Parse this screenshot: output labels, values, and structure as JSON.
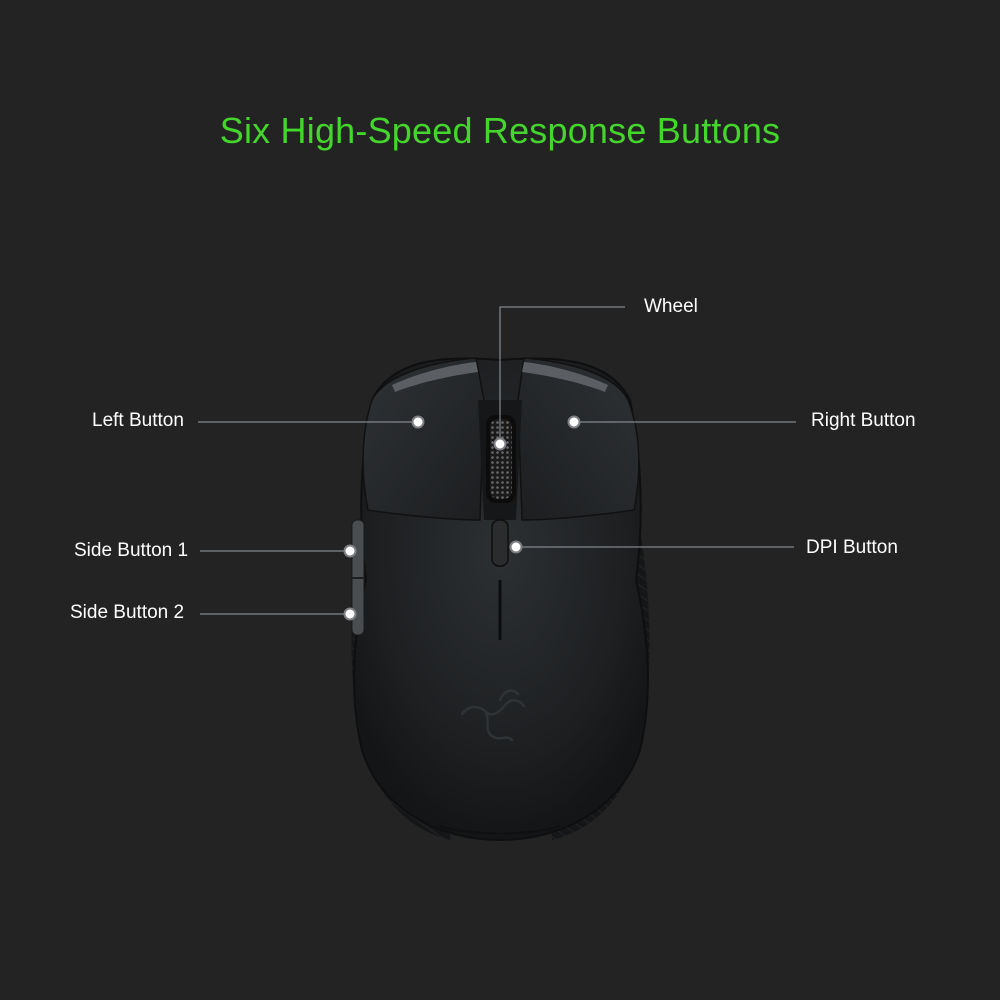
{
  "title": "Six High-Speed Response Buttons",
  "accent_color": "#44d62c",
  "background_color": "#232323",
  "product": "wireless-gaming-mouse",
  "callouts": {
    "wheel": "Wheel",
    "left_button": "Left Button",
    "right_button": "Right Button",
    "side_button_1": "Side Button 1",
    "side_button_2": "Side Button 2",
    "dpi_button": "DPI Button"
  }
}
